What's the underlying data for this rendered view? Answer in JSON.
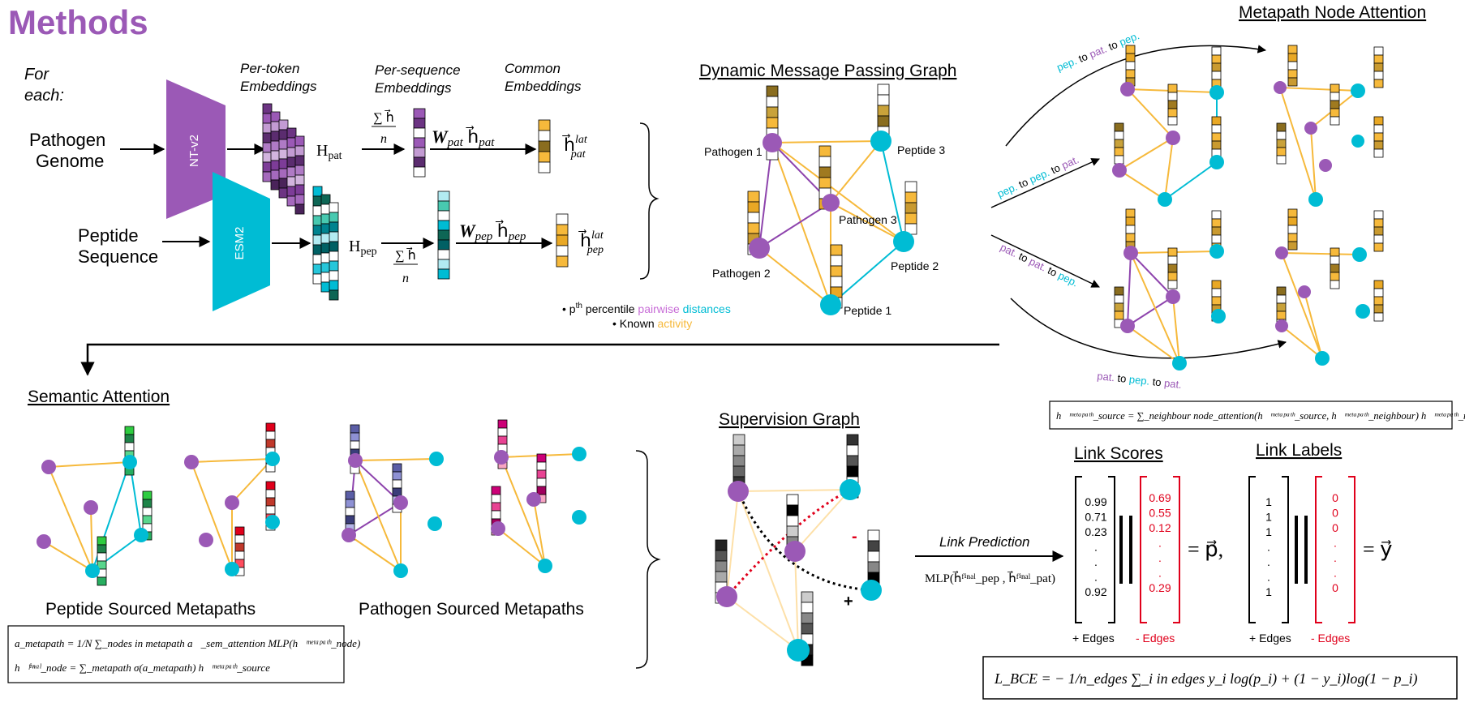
{
  "title": "Methods",
  "colors": {
    "purple": "#9b59b6",
    "teal": "#00bcd4",
    "gold": "#f6b93b",
    "red": "#e0001b",
    "black": "#000000",
    "green": "#2ecc40",
    "magenta": "#cc0077"
  },
  "encoding": {
    "for_each": "For",
    "for_each_2": "each:",
    "pathogen_genome_1": "Pathogen",
    "pathogen_genome_2": "Genome",
    "peptide_sequence_1": "Peptide",
    "peptide_sequence_2": "Sequence",
    "model_pat": "NT-v2",
    "model_pep": "ESM2",
    "per_token_1": "Per-token",
    "per_token_2": "Embeddings",
    "per_seq_1": "Per-sequence",
    "per_seq_2": "Embeddings",
    "common_1": "Common",
    "common_2": "Embeddings",
    "h_pat": "H",
    "h_pat_sub": "pat",
    "h_pep": "H",
    "h_pep_sub": "pep",
    "sum_h": "∑ h⃗",
    "n": "n",
    "w_pat": "W",
    "w_pat_sub": "pat",
    "w_pep": "W",
    "w_pep_sub": "pep",
    "h_vec": "h⃗",
    "lat": "lat",
    "pat": "pat",
    "pep": "pep",
    "bullet1_prefix": "p",
    "bullet1_sup": "th",
    "bullet1_mid": " percentile ",
    "bullet1_pairwise": "pairwise",
    "bullet1_distances": "distances",
    "bullet2_prefix": "Known ",
    "bullet2_activity": "activity"
  },
  "dynamic_graph": {
    "title": "Dynamic Message Passing Graph",
    "nodes": {
      "pathogen1": "Pathogen 1",
      "pathogen2": "Pathogen 2",
      "pathogen3": "Pathogen 3",
      "peptide1": "Peptide 1",
      "peptide2": "Peptide 2",
      "peptide3": "Peptide 3"
    }
  },
  "metapath_attention": {
    "title": "Metapath Node Attention",
    "paths": [
      [
        "pep.",
        " to ",
        "pat.",
        " to ",
        "pep."
      ],
      [
        "pep.",
        " to ",
        "pep.",
        " to ",
        "pat."
      ],
      [
        "pat.",
        " to ",
        "pat.",
        " to ",
        "pep."
      ],
      [
        "pat.",
        " to ",
        "pep.",
        " to ",
        "pat."
      ]
    ],
    "formula": "h⃗ᵐᵉᵗᵃᵖᵃᵗʰ_source = ∑_neighbour node_attention(h⃗ᵐᵉᵗᵃᵖᵃᵗʰ_source, h⃗ᵐᵉᵗᵃᵖᵃᵗʰ_neighbour) h⃗ᵐᵉᵗᵃᵖᵃᵗʰ_neighbour"
  },
  "semantic_attention": {
    "title": "Semantic Attention",
    "peptide_sourced": "Peptide Sourced Metapaths",
    "pathogen_sourced": "Pathogen Sourced Metapaths",
    "formula1": "a_metapath = 1/N ∑_nodes in metapath a⃗_sem_attention MLP(h⃗ᵐᵉᵗᵃᵖᵃᵗʰ_node)",
    "formula2": "h⃗ᶠⁱⁿᵃˡ_node = ∑_metapath σ(a_metapath) h⃗ᵐᵉᵗᵃᵖᵃᵗʰ_source"
  },
  "supervision": {
    "title": "Supervision Graph",
    "plus": "+",
    "minus": "-",
    "link_prediction": "Link Prediction",
    "mlp": "MLP(h⃗ᶠⁱⁿᵃˡ_pep , h⃗ᶠⁱⁿᵃˡ_pat)"
  },
  "link_scores": {
    "title": "Link Scores",
    "pos": [
      "0.99",
      "0.71",
      "0.23",
      ".",
      ".",
      ".",
      "0.92"
    ],
    "neg": [
      "0.69",
      "0.55",
      "0.12",
      ".",
      ".",
      ".",
      "0.29"
    ],
    "result": "= p⃗,",
    "pos_label": "+ Edges",
    "neg_label": "- Edges"
  },
  "link_labels": {
    "title": "Link Labels",
    "pos": [
      "1",
      "1",
      "1",
      ".",
      ".",
      ".",
      "1"
    ],
    "neg": [
      "0",
      "0",
      "0",
      ".",
      ".",
      ".",
      "0"
    ],
    "result": "= y⃗",
    "pos_label": "+ Edges",
    "neg_label": "- Edges"
  },
  "loss": {
    "formula": "L_BCE = − 1/n_edges ∑_i in edges y_i log(p_i) + (1 − y_i)log(1 − p_i)"
  }
}
